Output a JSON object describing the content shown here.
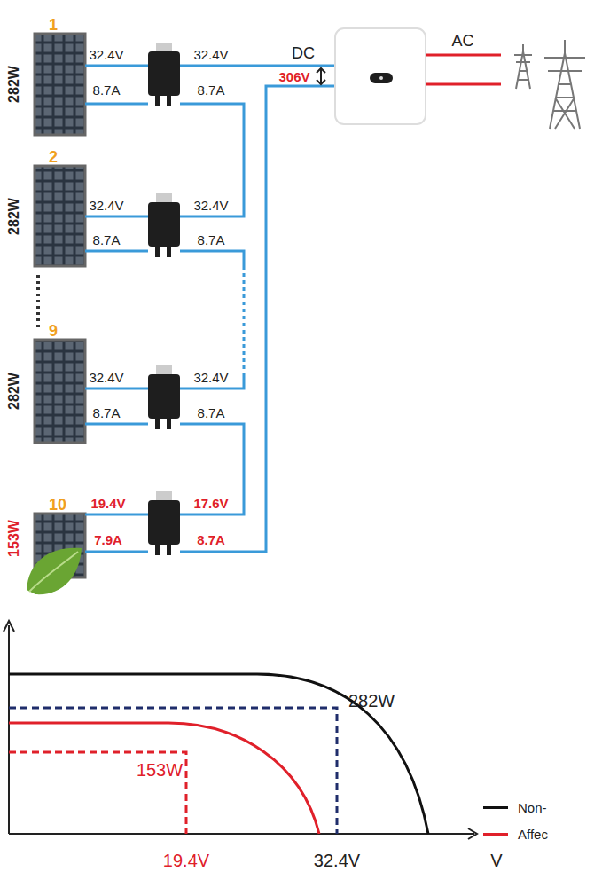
{
  "diagram": {
    "nodes": [
      {
        "text": [
          "1",
          "282W"
        ]
      },
      {
        "text": [
          "2",
          "282W"
        ]
      },
      {
        "text": [
          "9",
          "282W"
        ]
      },
      {
        "text": [
          "10",
          "153W"
        ]
      }
    ],
    "labels": [
      "32.4V",
      "32.4V",
      "8.7A",
      "8.7A",
      "32.4V",
      "32.4V",
      "8.7A",
      "8.7A",
      "32.4V",
      "32.4V",
      "8.7A",
      "8.7A",
      "19.4V",
      "17.6V",
      "7.9A",
      "8.7A",
      "DC",
      "306V",
      "AC",
      "282W",
      "153W",
      "19.4V",
      "32.4V",
      "V"
    ],
    "legend": [
      {
        "text": "Non-"
      },
      {
        "text": "Affec"
      }
    ]
  }
}
